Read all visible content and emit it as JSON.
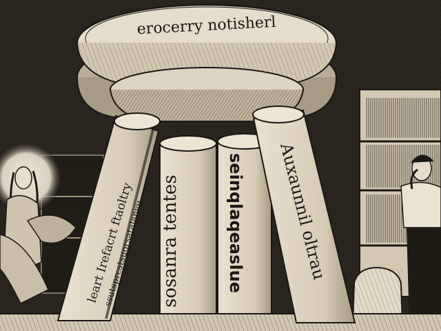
{
  "scene": {
    "alt": "Engraved ink illustration of a round stone tabletop supported by four tilted pillar columns bearing lettering, in a dim library with a haloed figure on the left, bookshelves and a standing man on the right.",
    "palette": {
      "paper": "#d9d1c0",
      "ink": "#1b1813",
      "shade": "#3c362c",
      "highlight": "#efe8d8"
    }
  },
  "labels": {
    "top_disc": "erocerry notisherl",
    "pillar_left_line1": "leart Irefacrt ftaoltry",
    "pillar_left_line2": "ssutsprcstsuorsatalanvu",
    "pillar_center_left": "sosanra tentes",
    "pillar_center_right": "seinqlaqeaslue",
    "pillar_right": "Auxaunnil oltrau"
  }
}
